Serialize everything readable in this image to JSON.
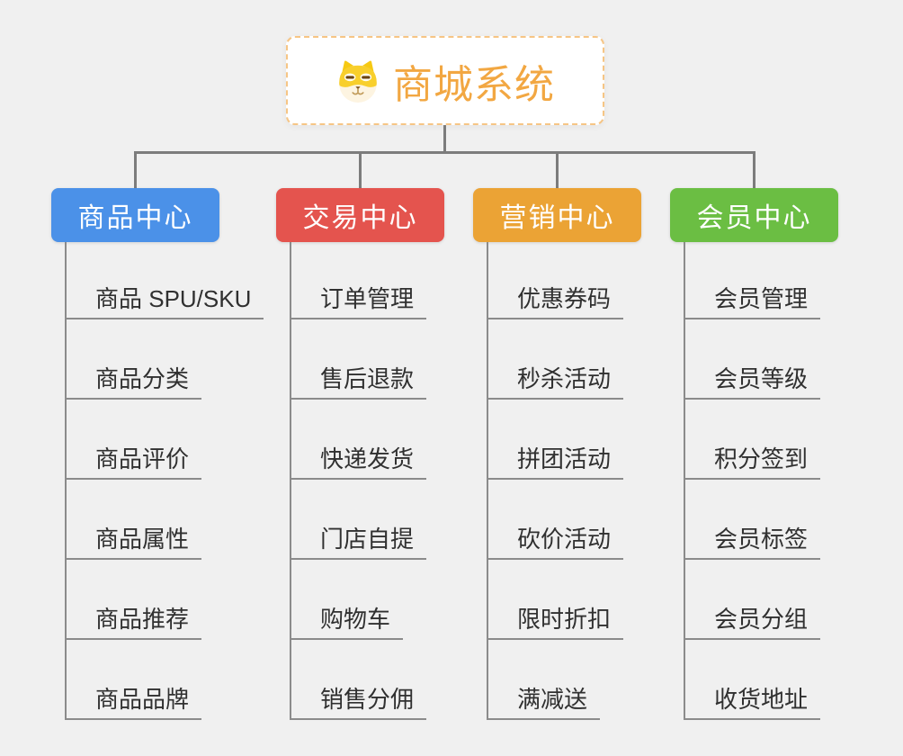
{
  "page": {
    "background_color": "#f0f0f0",
    "connector_color": "#7c7c7c",
    "underline_color": "#8b8b8b"
  },
  "root": {
    "title": "商城系统",
    "icon": "dog-face-icon",
    "text_color": "#f2a742",
    "border_color": "#f6c585"
  },
  "branches": [
    {
      "title": "商品中心",
      "color": "#4b91e8",
      "items": [
        "商品 SPU/SKU",
        "商品分类",
        "商品评价",
        "商品属性",
        "商品推荐",
        "商品品牌"
      ]
    },
    {
      "title": "交易中心",
      "color": "#e4544e",
      "items": [
        "订单管理",
        "售后退款",
        "快递发货",
        "门店自提",
        "购物车",
        "销售分佣"
      ]
    },
    {
      "title": "营销中心",
      "color": "#eba335",
      "items": [
        "优惠券码",
        "秒杀活动",
        "拼团活动",
        "砍价活动",
        "限时折扣",
        "满减送"
      ]
    },
    {
      "title": "会员中心",
      "color": "#6bbe43",
      "items": [
        "会员管理",
        "会员等级",
        "积分签到",
        "会员标签",
        "会员分组",
        "收货地址"
      ]
    }
  ]
}
